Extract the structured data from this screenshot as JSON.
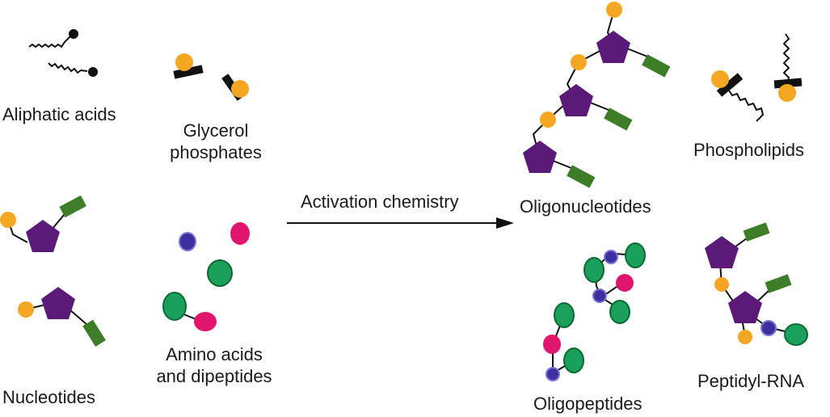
{
  "labels": {
    "aliphatic_acids": "Aliphatic acids",
    "glycerol_line1": "Glycerol",
    "glycerol_line2": "phosphates",
    "nucleotides": "Nucleotides",
    "amino_line1": "Amino acids",
    "amino_line2": "and dipeptides",
    "arrow_label": "Activation chemistry",
    "oligonucleotides": "Oligonucleotides",
    "phospholipids": "Phospholipids",
    "oligopeptides": "Oligopeptides",
    "peptidyl_rna": "Peptidyl-RNA"
  },
  "colors": {
    "phosphate": "#f5a623",
    "sugar": "#5b1a78",
    "base": "#3e7d27",
    "amino_green": "#1aa05a",
    "amino_magenta": "#e0156e",
    "amino_blue": "#3d2fa0",
    "line": "#111111"
  }
}
